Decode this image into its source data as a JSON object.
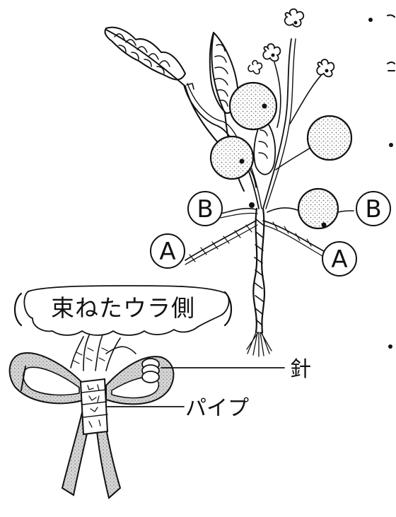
{
  "labels": {
    "a_left": "A",
    "a_right": "A",
    "b_left": "B",
    "b_right": "B"
  },
  "callout": {
    "text": "束ねたウラ側"
  },
  "leaders": {
    "needle": "針",
    "pipe": "パイプ"
  },
  "colors": {
    "ink": "#111111",
    "paper": "#ffffff",
    "ribbon_shade": "#b9b9b9"
  }
}
